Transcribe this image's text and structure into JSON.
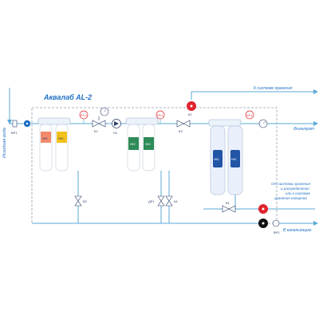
{
  "colors": {
    "pipe": "#5aa9d6",
    "frame": "#8fa0b0",
    "accent": "#1f6fc5",
    "red": "#e0232e",
    "black": "#111111",
    "yellow": "#f2c01a",
    "salmon": "#f08a6a",
    "green": "#2e8b57"
  },
  "diagram": {
    "title": "Аквалаб AL-2",
    "labels": {
      "source_water": "Исходная вода",
      "vp1": "ВР1",
      "vp2": "ВР2",
      "k1": "К1",
      "k2": "К2",
      "k3": "К3",
      "k4": "К4",
      "n1": "Н1",
      "v1": "В1",
      "v2": "В2",
      "dr1": "ДР1",
      "ps0": "PS 0",
      "ps1": "PS 1",
      "ds1": "DS 1",
      "to_storage": "К системе хранения",
      "filtrate": "Фильтрат",
      "from_storage_l1": "От системы хранения",
      "from_storage_l2": "и распределения",
      "from_storage_l3": "или к системе",
      "from_storage_l4": "хранения напорной",
      "to_drain": "В канализацию",
      "cartridge": "НКС"
    }
  }
}
